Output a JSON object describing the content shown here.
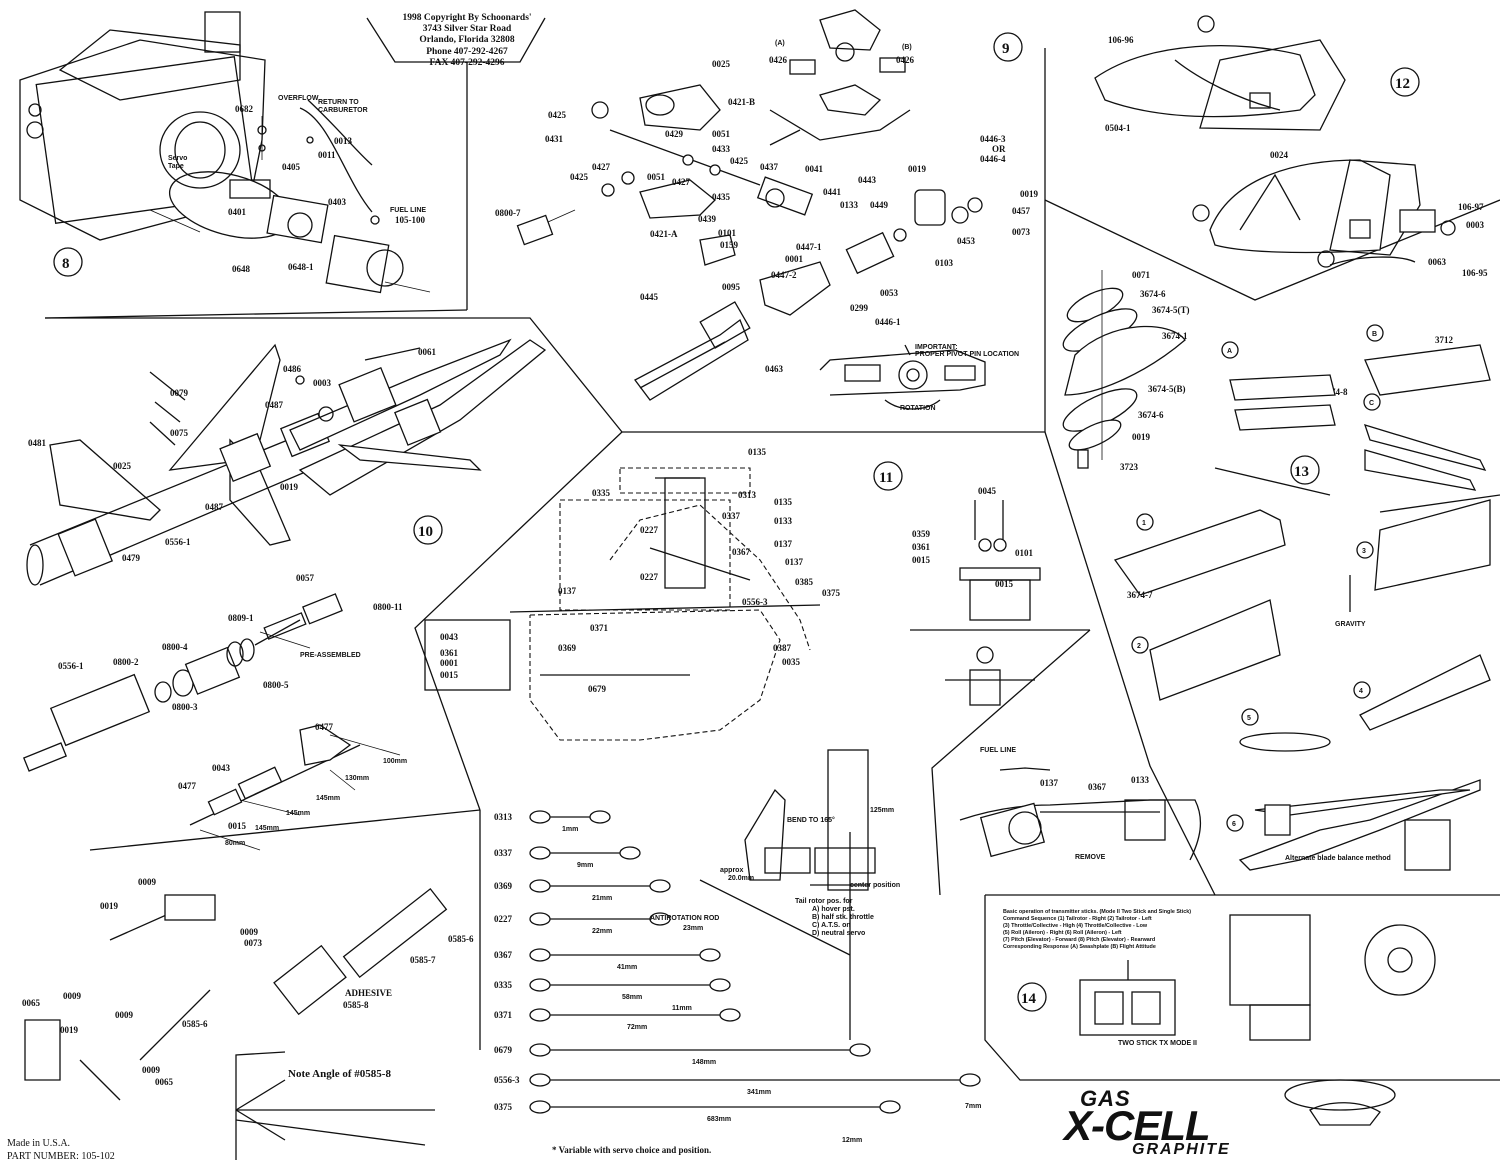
{
  "copyright": {
    "line1": "1998 Copyright By Schoonards'",
    "line2": "3743 Silver Star Road",
    "line3": "Orlando, Florida 32808",
    "line4": "Phone 407-292-4267",
    "line5": "FAX 407-292-4296"
  },
  "footer": {
    "made_in": "Made in U.S.A.",
    "part_number": "PART NUMBER: 105-102"
  },
  "logo": {
    "gas": "GAS",
    "xcell": "X-CELL",
    "graphite": "GRAPHITE"
  },
  "section_numbers": {
    "s8": "8",
    "s9": "9",
    "s10": "10",
    "s11": "11",
    "s12": "12",
    "s13": "13",
    "s14": "14"
  },
  "sec8": {
    "labels": [
      "0682",
      "OVERFLOW",
      "RETURN TO",
      "CARBURETOR",
      "0013",
      "0011",
      "0405",
      "Servo",
      "Tape",
      "0401",
      "0403",
      "FUEL LINE",
      "105-100",
      "0648",
      "0648-1"
    ]
  },
  "sec9": {
    "labels": [
      "0025",
      "(A)",
      "(B)",
      "0426",
      "0426",
      "0421-B",
      "0425",
      "0431",
      "0429",
      "0051",
      "0433",
      "0425",
      "0427",
      "0425",
      "0051",
      "0427",
      "0437",
      "0041",
      "0441",
      "0443",
      "0435",
      "0133",
      "0449",
      "0800-7",
      "0439",
      "0421-A",
      "0101",
      "0159",
      "0447-1",
      "0001",
      "0447-2",
      "0445",
      "0095",
      "0019",
      "0446-3",
      "OR",
      "0446-4",
      "0019",
      "0457",
      "0073",
      "0453",
      "0103",
      "0053",
      "0299",
      "0446-1",
      "0463",
      "IMPORTANT:",
      "PROPER PIVOT PIN LOCATION",
      "ROTATION"
    ]
  },
  "sec10": {
    "labels": [
      "0486",
      "0061",
      "0003",
      "0079",
      "0487",
      "0075",
      "0481",
      "0025",
      "0019",
      "0487",
      "0556-1",
      "0479",
      "0057",
      "0800-11",
      "0809-1",
      "PRE-ASSEMBLED",
      "0556-1",
      "0800-2",
      "0800-4",
      "0800-5",
      "0800-3",
      "0477",
      "100mm",
      "0043",
      "130mm",
      "145mm",
      "0477",
      "145mm",
      "0015",
      "145mm",
      "80mm"
    ]
  },
  "sec11": {
    "labels": [
      "0135",
      "0335",
      "0313",
      "0337",
      "0135",
      "0133",
      "0137",
      "0227",
      "0367",
      "0137",
      "0227",
      "0385",
      "0556-3",
      "0375",
      "0137",
      "0043",
      "0371",
      "0361",
      "0001",
      "0015",
      "0369",
      "0387",
      "0035",
      "0679"
    ],
    "pushrods": [
      {
        "part": "0313",
        "dim": "1mm"
      },
      {
        "part": "0337",
        "dim": "9mm"
      },
      {
        "part": "0369",
        "dim": "21mm"
      },
      {
        "part": "0227",
        "dim": "22mm"
      },
      {
        "part": "0367",
        "dim": "41mm"
      },
      {
        "part": "0335",
        "dim": "58mm"
      },
      {
        "part": "0371",
        "dim": "72mm"
      },
      {
        "part": "0679",
        "dim": "148mm"
      },
      {
        "part": "0556-3",
        "dim": "341mm"
      },
      {
        "part": "0375",
        "dim": "683mm"
      }
    ],
    "antirotation": "ANTIROTATION ROD",
    "ar_dim": "23mm",
    "dim_11mm": "11mm",
    "dim_7mm": "7mm",
    "dim_12mm": "12mm",
    "variable_note": "* Variable with servo choice and position.",
    "bend": "BEND TO 165°",
    "dim_125": "125mm",
    "approx": "approx",
    "dim_20": "20.0mm",
    "center_position": "center position",
    "tail_notes": [
      "Tail rotor pos. for",
      "A) hover pst.",
      "B) half stk. throttle",
      "C) A.T.S. on",
      "D) neutral servo"
    ]
  },
  "sec11b": {
    "labels": [
      "0045",
      "0359",
      "0361",
      "0015",
      "0101",
      "0015"
    ]
  },
  "sec12": {
    "labels": [
      "106-96",
      "0504-1",
      "0024",
      "106-97",
      "0003",
      "0063",
      "106-95"
    ]
  },
  "sec13": {
    "labels": [
      "0071",
      "3674-6",
      "3674-5(T)",
      "3674-1",
      "3674-5(B)",
      "3674-6",
      "0019",
      "3723",
      "A",
      "B",
      "3712",
      "3674-8",
      "C",
      "1",
      "3674-7",
      "3",
      "GRAVITY",
      "2",
      "4",
      "5",
      "6"
    ],
    "balance": "Alternate blade balance method"
  },
  "sec_fuel": {
    "labels": [
      "FUEL LINE",
      "0137",
      "0367",
      "0133",
      "REMOVE"
    ]
  },
  "sec14": {
    "lines": [
      "Basic operation of transmitter sticks. (Mode II Two Stick and Single Stick)",
      "Command Sequence (1) Tailrotor - Right   (2) Tailrotor - Left",
      "(3) Throttle/Collective - High        (4) Throttle/Collective - Low",
      "(5) Roll (Aileron) - Right              (6) Roll (Aileron) - Left",
      "(7) Pitch (Elevator) - Forward        (8) Pitch (Elevator) - Rearward",
      "Corresponding Response  (A) Swashplate  (B) Flight Attitude"
    ],
    "two_stick": "TWO STICK TX MODE II"
  },
  "sec_bottom": {
    "labels": [
      "0009",
      "0019",
      "0009",
      "0073",
      "0065",
      "0009",
      "0019",
      "0009",
      "0585-6",
      "0009",
      "0065",
      "0585-6",
      "0585-7",
      "ADHESIVE",
      "0585-8"
    ],
    "note_angle": "Note Angle of #0585-8"
  }
}
